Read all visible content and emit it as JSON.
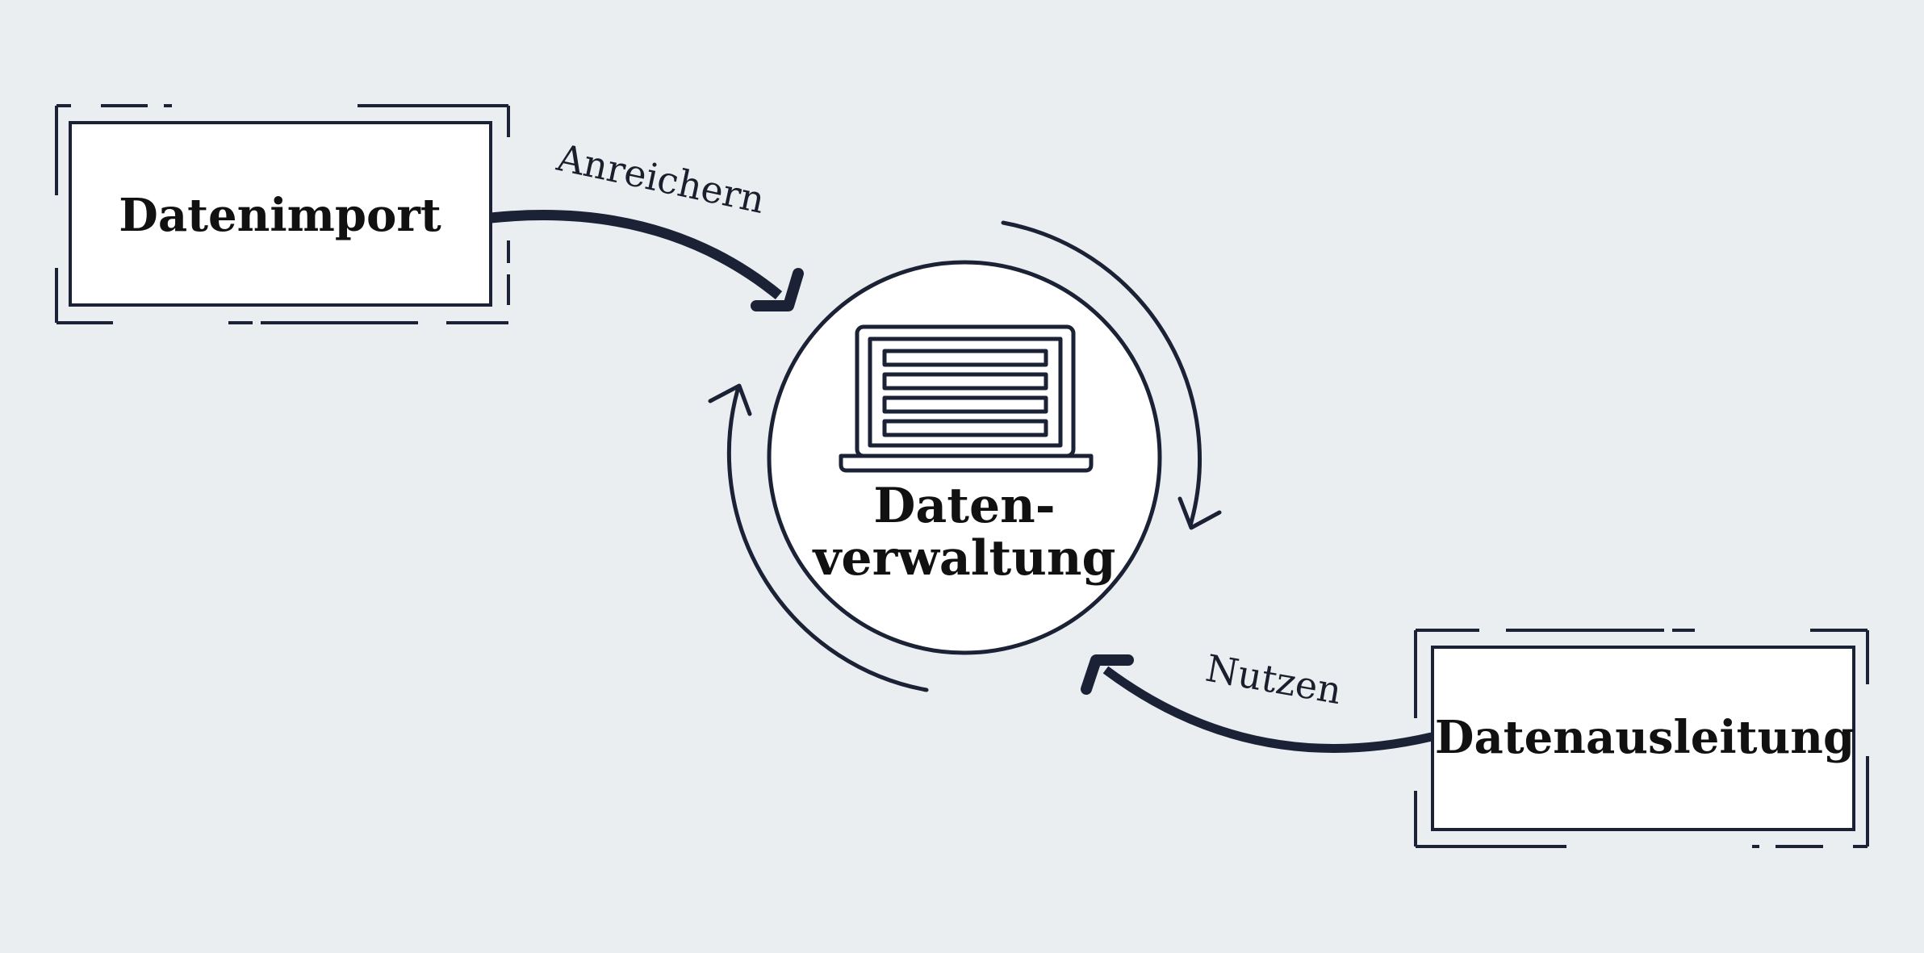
{
  "nodes": {
    "import": {
      "label": "Datenimport"
    },
    "management": {
      "line1": "Daten-",
      "line2": "verwaltung"
    },
    "export": {
      "label": "Datenausleitung"
    }
  },
  "edges": {
    "enrich": {
      "label": "Anreichern"
    },
    "use": {
      "label": "Nutzen"
    }
  },
  "colors": {
    "background": "#ebeef1",
    "stroke": "#1b2235",
    "box_fill": "#ffffff",
    "text": "#111111"
  },
  "icons": {
    "center": "laptop-database-icon"
  }
}
